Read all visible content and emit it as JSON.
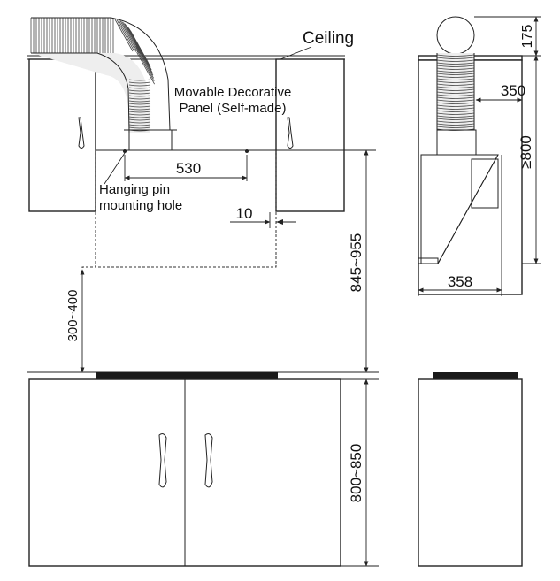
{
  "labels": {
    "ceiling": "Ceiling",
    "panel_line1": "Movable Decorative",
    "panel_line2": "Panel (Self-made)",
    "hanging_line1": "Hanging pin",
    "hanging_line2": "mounting hole"
  },
  "dimensions": {
    "d530": "530",
    "d10": "10",
    "d845_955": "845~955",
    "d300_400": "300~400",
    "d800_850": "800~850",
    "d175": "175",
    "d350": "350",
    "d800min": "≥800",
    "d358": "358"
  },
  "colors": {
    "line": "#222222",
    "cooktop": "#1a1a1a",
    "hose_fill": "#eeeeee"
  }
}
